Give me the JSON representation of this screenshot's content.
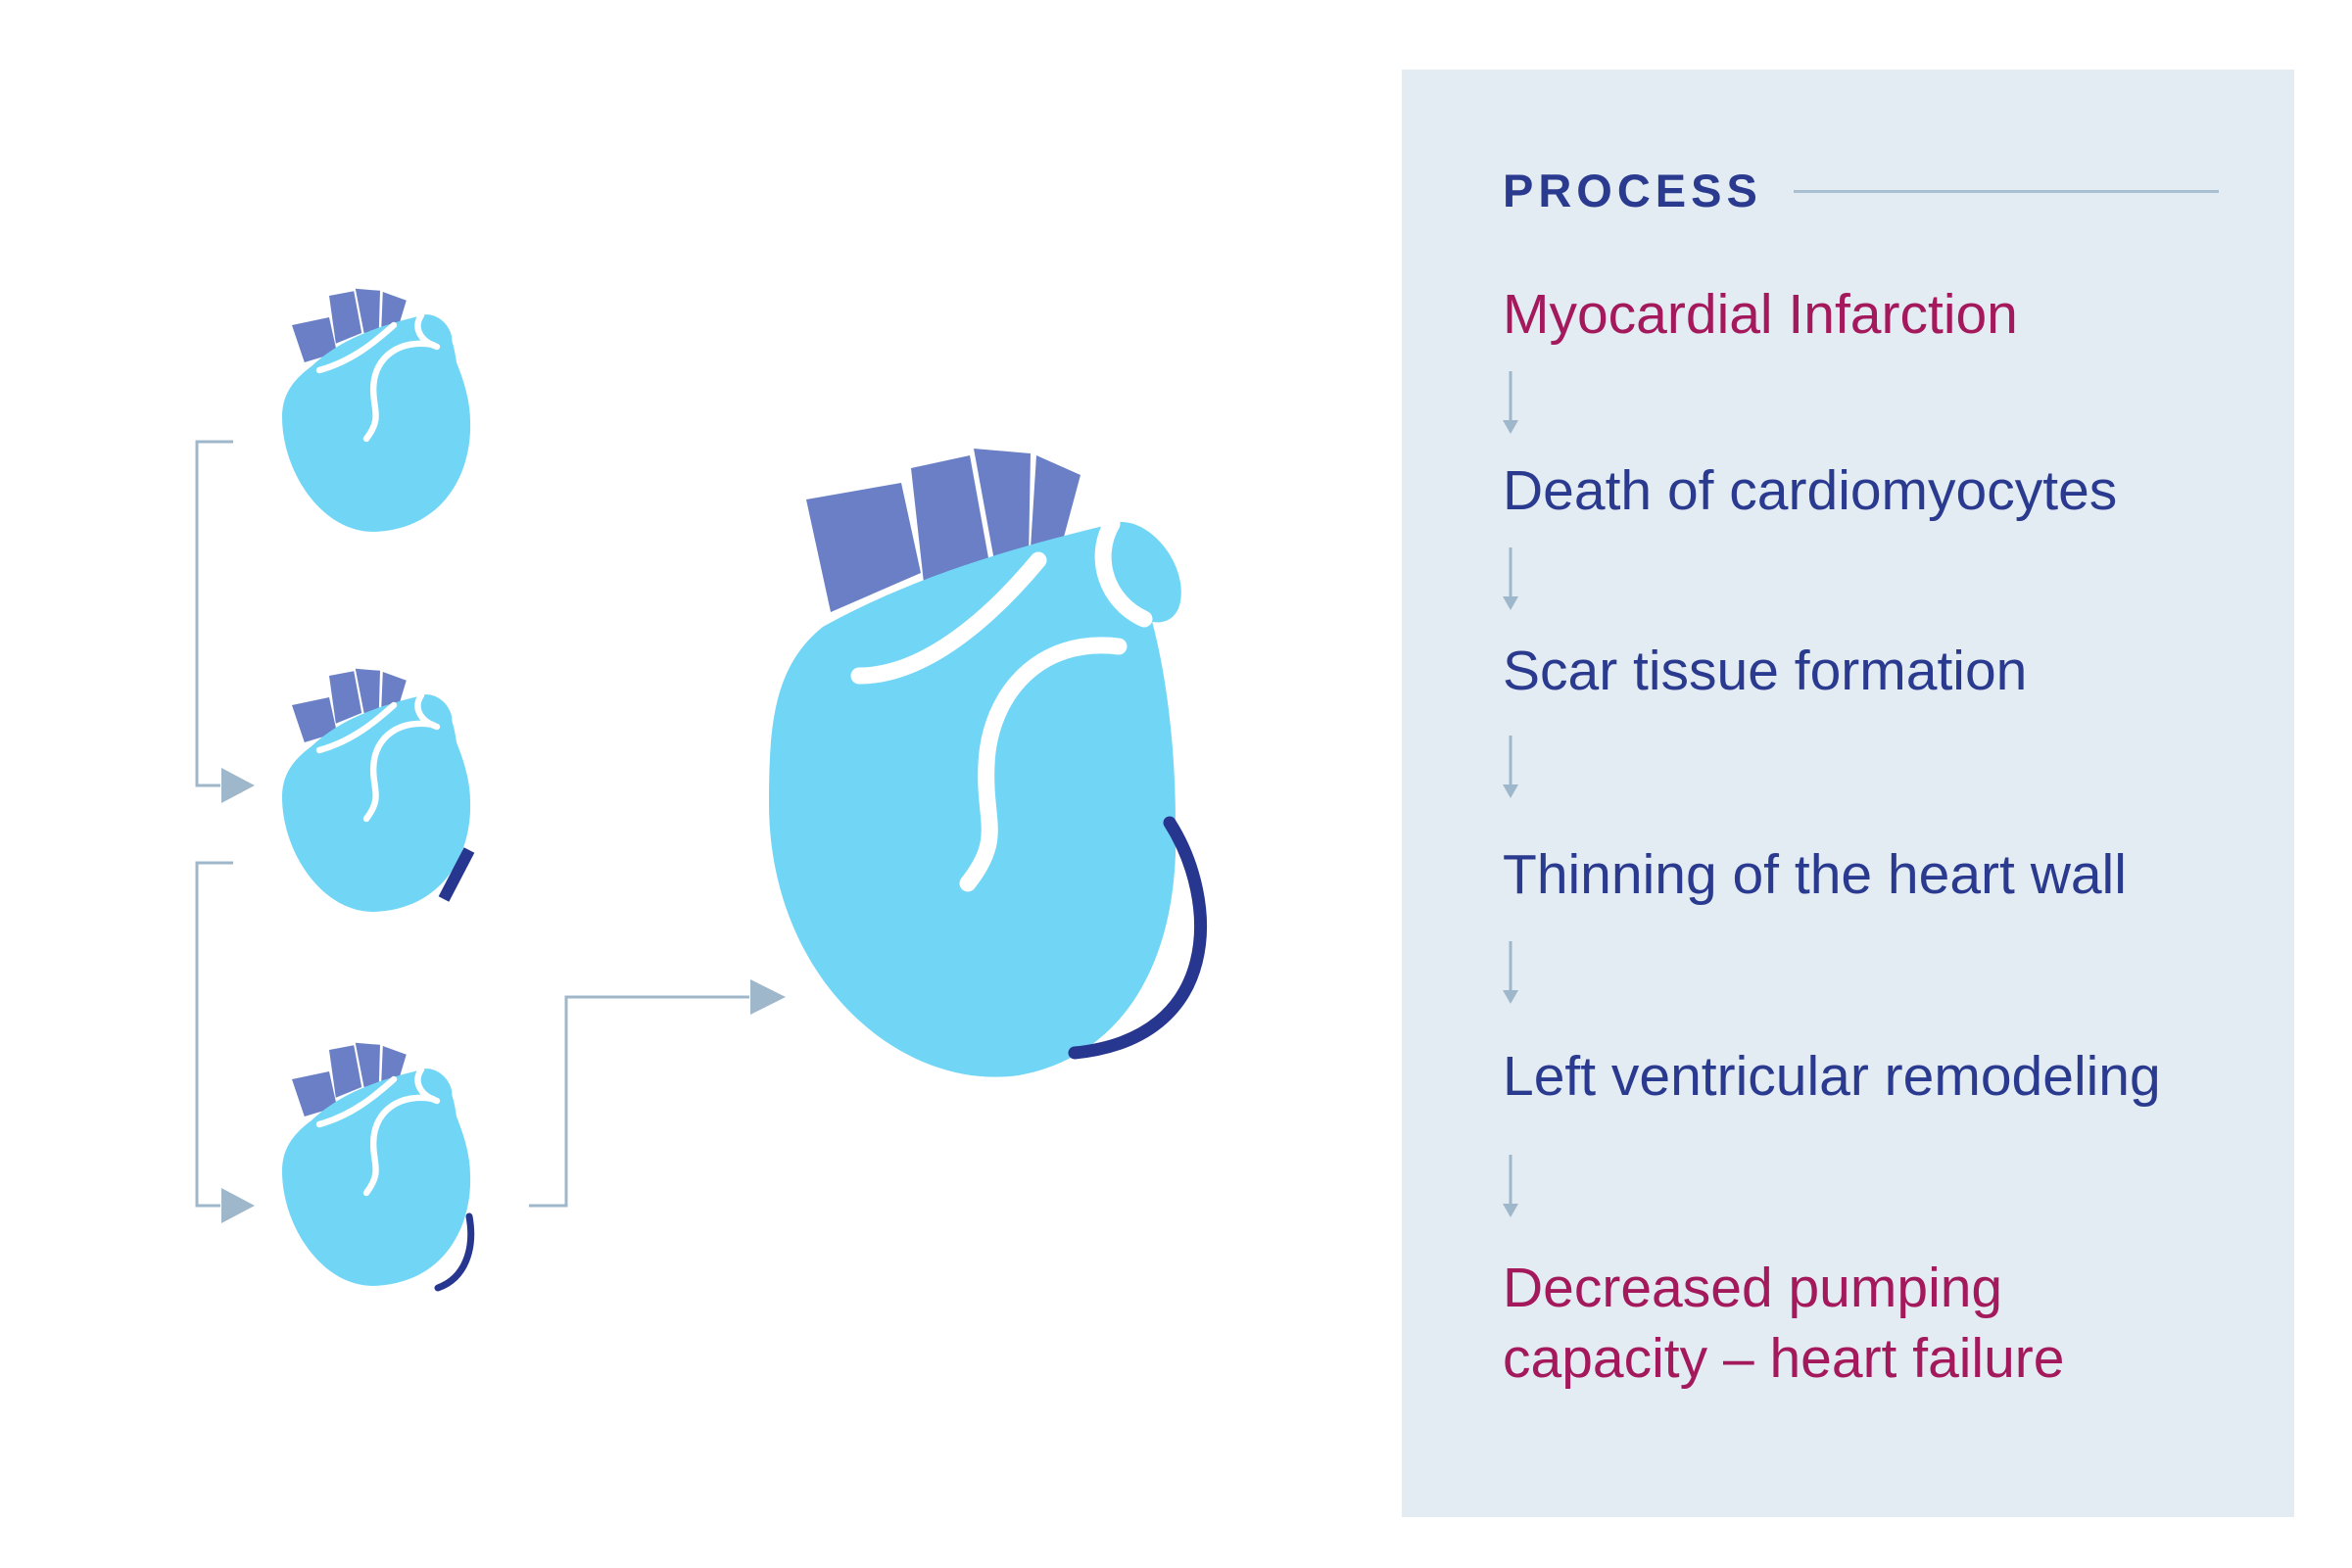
{
  "panel": {
    "heading": "PROCESS",
    "steps": [
      {
        "label": "Myocardial Infarction",
        "highlight": true
      },
      {
        "label": "Death of cardiomyocytes",
        "highlight": false
      },
      {
        "label": "Scar tissue formation",
        "highlight": false
      },
      {
        "label": "Thinning of the heart wall",
        "highlight": false
      },
      {
        "label": "Left ventricular remodeling",
        "highlight": false
      },
      {
        "label": "Decreased pumping capacity – heart failure",
        "highlight": true
      }
    ]
  },
  "diagram": {
    "stages": [
      "healthy-heart",
      "heart-with-scar",
      "heart-with-thinned-wall",
      "remodeled-enlarged-heart"
    ]
  },
  "colors": {
    "heart_fill": "#71d6f5",
    "vessels": "#6a7fc6",
    "scar": "#27368f",
    "connector": "#9fb7cb",
    "panel_bg": "#e3ebf3",
    "text_primary": "#2a3a8f",
    "text_accent": "#a3195b"
  }
}
